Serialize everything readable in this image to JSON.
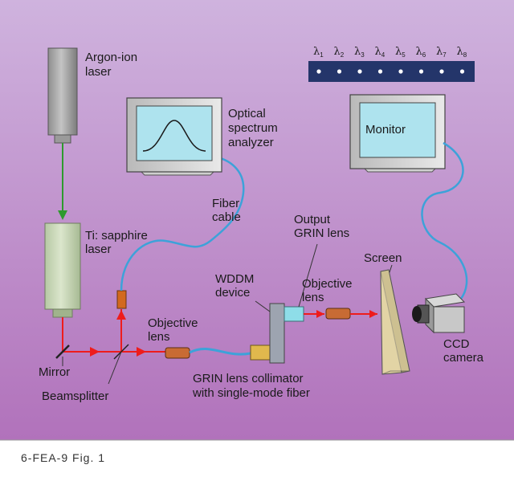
{
  "labels": {
    "argon_laser": [
      "Argon-ion",
      "laser"
    ],
    "osa": [
      "Optical",
      "spectrum",
      "analyzer"
    ],
    "monitor": "Monitor",
    "fiber_cable": [
      "Fiber",
      "cable"
    ],
    "ti_sapphire": [
      "Ti: sapphire",
      "laser"
    ],
    "output_grin": [
      "Output",
      "GRIN lens"
    ],
    "screen": "Screen",
    "wddm": [
      "WDDM",
      "device"
    ],
    "objective_lens_right": [
      "Objective",
      "lens"
    ],
    "objective_lens_left": [
      "Objective",
      "lens"
    ],
    "mirror": "Mirror",
    "beamsplitter": "Beamsplitter",
    "grin_collimator": [
      "GRIN lens collimator",
      "with single-mode fiber"
    ],
    "ccd_camera": [
      "CCD",
      "camera"
    ]
  },
  "wavelengths": [
    "1",
    "2",
    "3",
    "4",
    "5",
    "6",
    "7",
    "8"
  ],
  "lambda_symbol": "λ",
  "caption": "6-FEA-9  Fig. 1",
  "colors": {
    "bg_top": "#cdb0dc",
    "bg_bottom": "#b478bc",
    "laser_beam": "#ee1c1c",
    "pump_beam": "#2e9a2e",
    "fiber": "#3da2d9",
    "laser_body": "#c7d6b5",
    "strip": "#24356a",
    "screen_face": "#dccd9c",
    "monitor_screen": "#aee3ee"
  }
}
